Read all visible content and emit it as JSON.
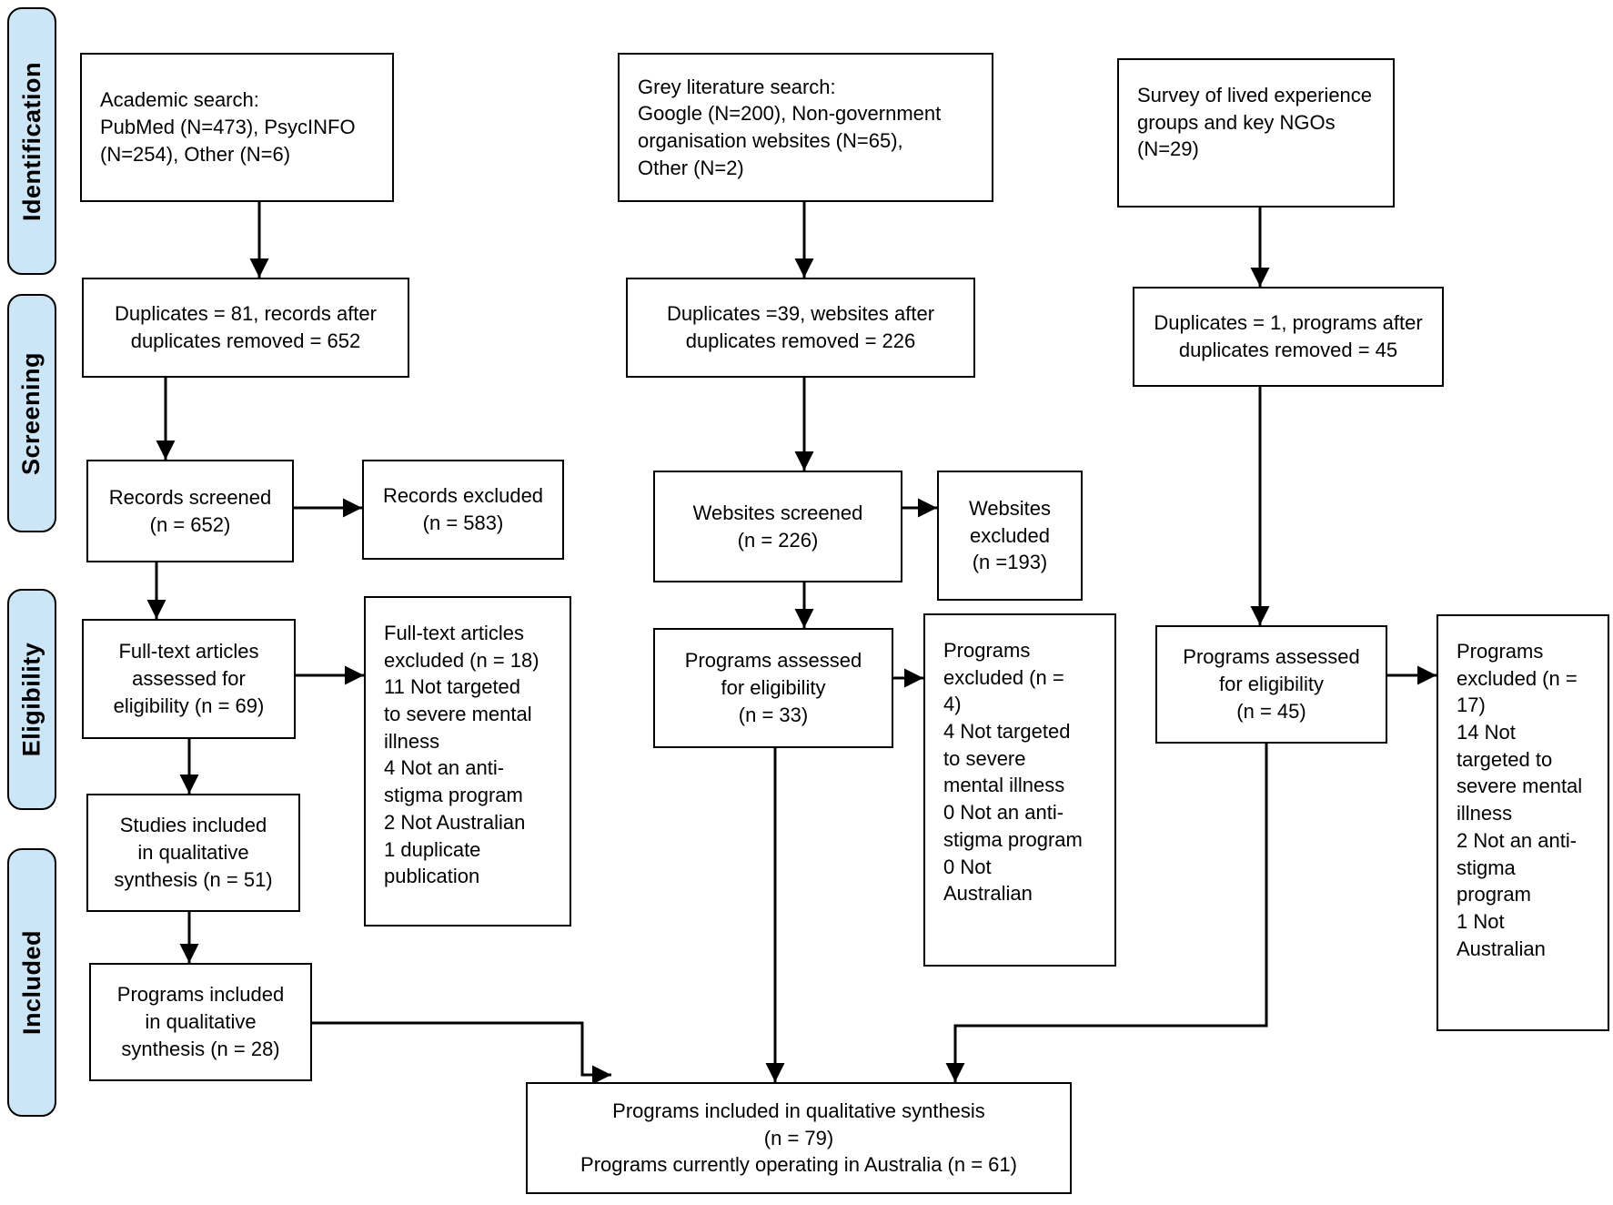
{
  "sidebar": {
    "stages": [
      {
        "id": "identification",
        "label": "Identification"
      },
      {
        "id": "screening",
        "label": "Screening"
      },
      {
        "id": "eligibility",
        "label": "Eligibility"
      },
      {
        "id": "included",
        "label": "Included"
      }
    ]
  },
  "boxes": {
    "academic_search": {
      "text": "Academic search:\nPubMed (N=473), PsycINFO\n(N=254), Other (N=6)"
    },
    "academic_duplicates": {
      "text": "Duplicates = 81, records after\nduplicates removed = 652"
    },
    "records_screened": {
      "text": "Records screened\n(n = 652)"
    },
    "records_excluded": {
      "text": "Records excluded\n(n = 583)"
    },
    "fulltext_assessed": {
      "text": "Full-text articles\nassessed for\neligibility (n = 69)"
    },
    "fulltext_excluded": {
      "text": "Full-text articles\nexcluded (n = 18)\n11 Not targeted\nto severe mental\nillness\n4 Not an anti-\nstigma program\n2 Not Australian\n1 duplicate\npublication"
    },
    "studies_included": {
      "text": "Studies included\nin qualitative\nsynthesis (n = 51)"
    },
    "programs_included_28": {
      "text": "Programs included\nin qualitative\nsynthesis (n = 28)"
    },
    "grey_search": {
      "text": "Grey literature search:\nGoogle (N=200), Non-government\norganisation websites (N=65),\nOther (N=2)"
    },
    "grey_duplicates": {
      "text": "Duplicates =39, websites after\nduplicates removed = 226"
    },
    "websites_screened": {
      "text": "Websites screened\n(n = 226)"
    },
    "websites_excluded": {
      "text": "Websites\nexcluded\n(n =193)"
    },
    "programs_assessed_33": {
      "text": "Programs assessed\nfor eligibility\n(n = 33)"
    },
    "programs_excluded_4": {
      "text": "Programs\nexcluded (n =\n4)\n4 Not targeted\nto severe\nmental illness\n0 Not an anti-\nstigma program\n0 Not\nAustralian"
    },
    "survey": {
      "text": "Survey of lived experience\ngroups and key NGOs (N=29)"
    },
    "survey_duplicates": {
      "text": "Duplicates = 1, programs after\nduplicates removed = 45"
    },
    "programs_assessed_45": {
      "text": "Programs assessed\nfor eligibility\n(n = 45)"
    },
    "programs_excluded_17": {
      "text": "Programs\nexcluded (n =\n17)\n14 Not\ntargeted to\nsevere mental\nillness\n2 Not an anti-\nstigma\nprogram\n1 Not\nAustralian"
    },
    "final": {
      "text": "Programs included in qualitative synthesis\n(n = 79)\nPrograms currently operating in Australia (n = 61)"
    }
  },
  "colors": {
    "stage_fill": "#cde6f7",
    "box_border": "#000000",
    "connector": "#000000",
    "background": "#ffffff"
  }
}
